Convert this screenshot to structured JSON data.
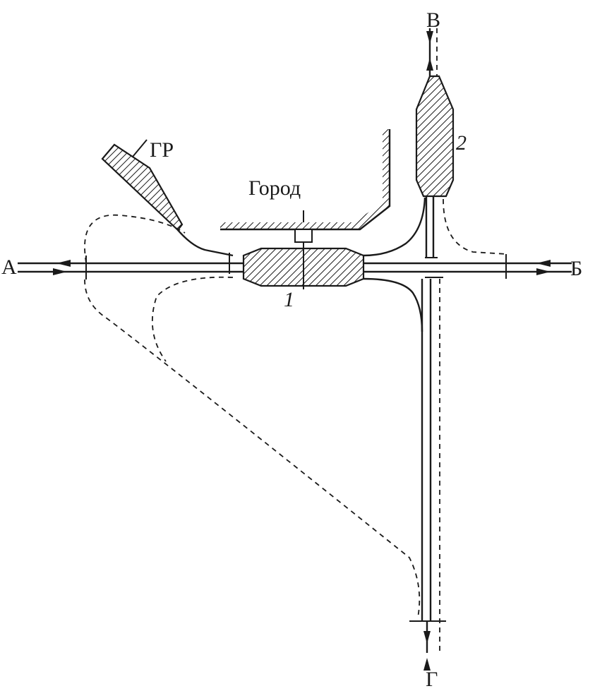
{
  "labels": {
    "a": "А",
    "b": "Б",
    "v": "В",
    "g": "Г",
    "gr": "ГР",
    "city": "Город",
    "station1": "1",
    "station2": "2"
  },
  "colors": {
    "ink": "#1a1a1a",
    "background": "#ffffff"
  }
}
